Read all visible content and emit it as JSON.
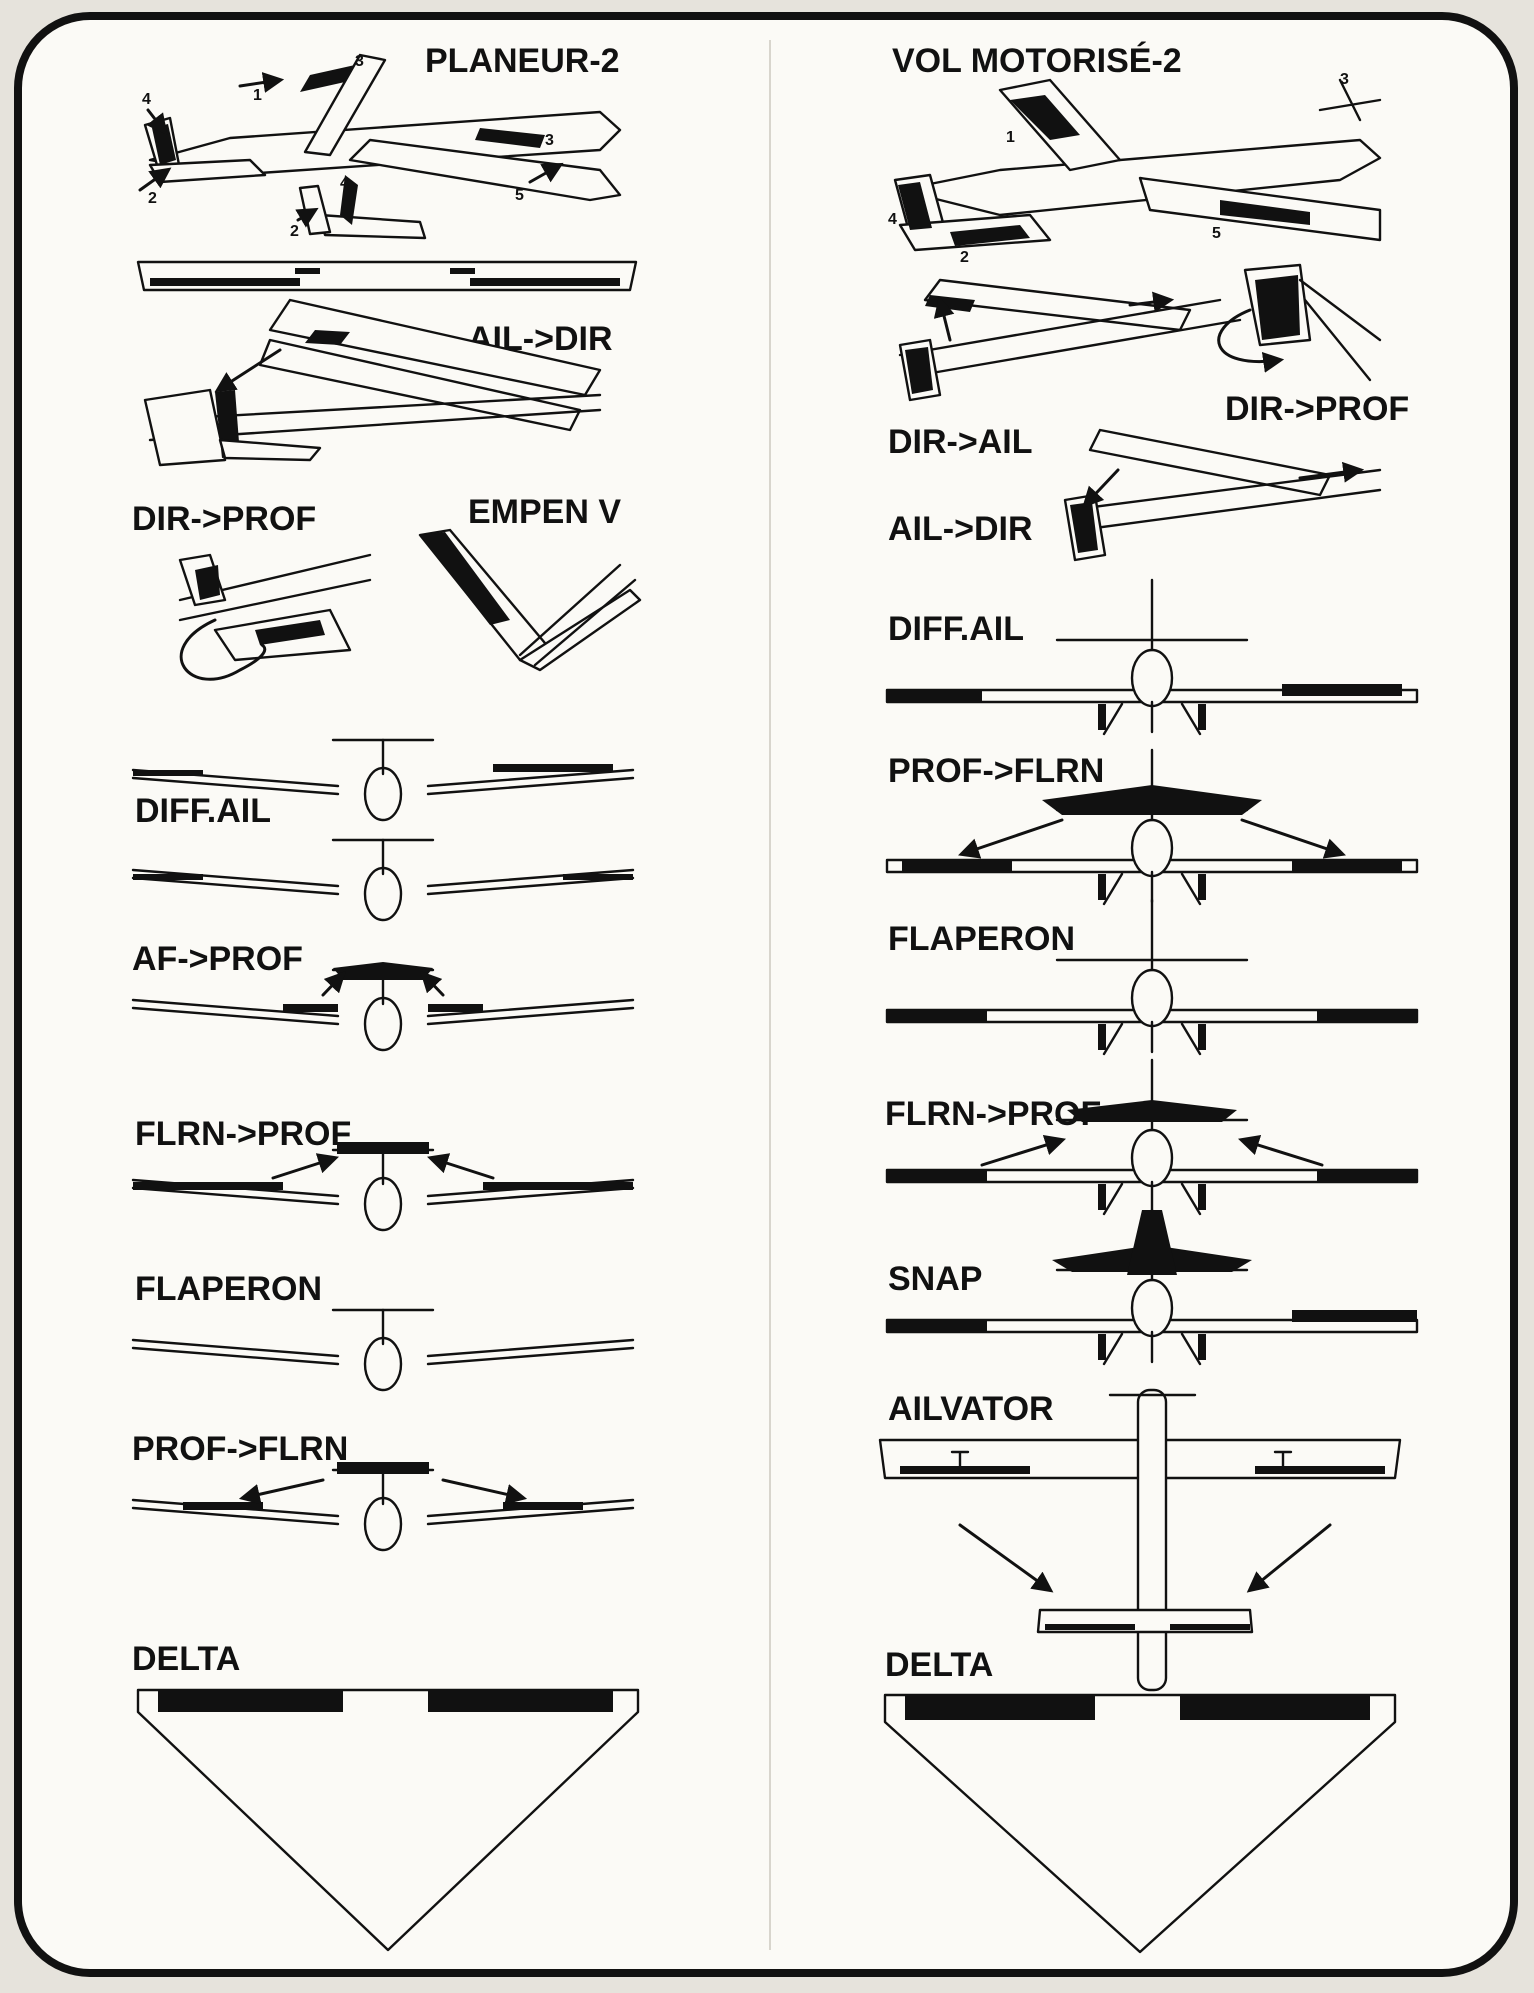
{
  "title_left": "PLANEUR-2",
  "title_right": "VOL MOTORISÉ-2",
  "callouts": [
    "1",
    "2",
    "3",
    "4",
    "5"
  ],
  "left_labels": {
    "ail_dir": "AIL->DIR",
    "dir_prof": "DIR->PROF",
    "empen_v": "EMPEN V",
    "diff_ail": "DIFF.AIL",
    "af_prof": "AF->PROF",
    "flrn_prof": "FLRN->PROF",
    "flaperon": "FLAPERON",
    "prof_flrn": "PROF->FLRN",
    "delta": "DELTA"
  },
  "right_labels": {
    "dir_prof": "DIR->PROF",
    "dir_ail": "DIR->AIL",
    "ail_dir": "AIL->DIR",
    "diff_ail": "DIFF.AIL",
    "prof_flrn": "PROF->FLRN",
    "flaperon": "FLAPERON",
    "flrn_prof": "FLRN->PROF",
    "snap": "SNAP",
    "ailvator": "AILVATOR",
    "delta": "DELTA"
  },
  "colors": {
    "ink": "#111111",
    "paper": "#fbfaf6",
    "margin": "#e6e3dc"
  }
}
